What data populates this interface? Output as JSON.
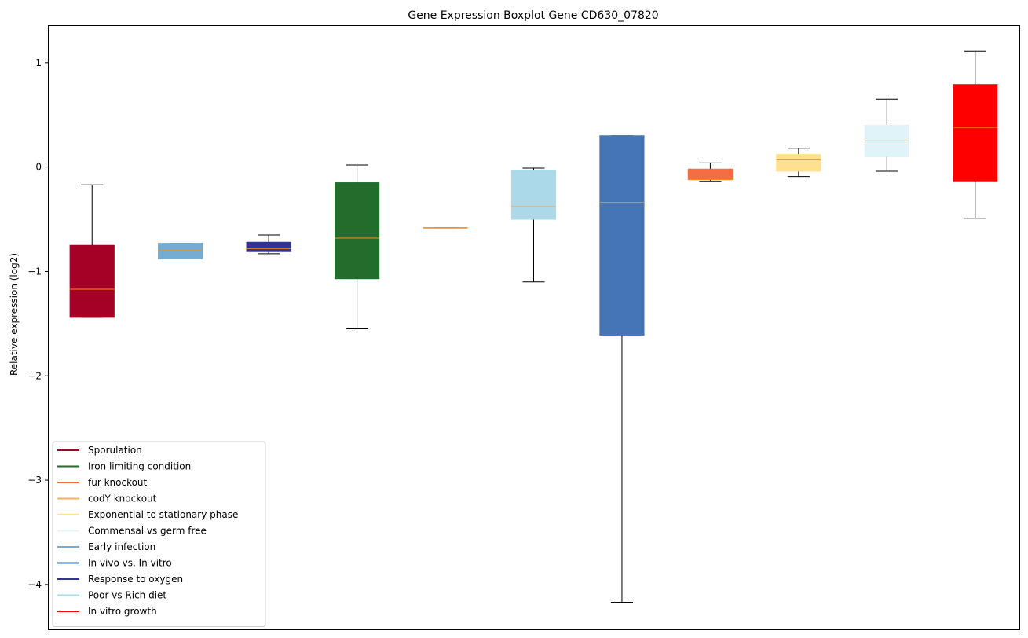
{
  "chart_data": {
    "type": "boxplot",
    "title": "Gene Expression Boxplot Gene CD630_07820",
    "ylabel": "Relative expression (log2)",
    "xlabel": "",
    "ylim": [
      -4.43,
      1.36
    ],
    "yticks": [
      1,
      0,
      -1,
      -2,
      -3,
      -4
    ],
    "ytick_labels": [
      "1",
      "0",
      "−1",
      "−2",
      "−3",
      "−4"
    ],
    "median_color": "#ff8c1a",
    "legend_position": "lower-left",
    "boxes": [
      {
        "name": "Sporulation",
        "color": "#a50026",
        "whisker_low": -1.44,
        "q1": -1.44,
        "median": -1.17,
        "q3": -0.75,
        "whisker_high": -0.17
      },
      {
        "name": "Early infection",
        "color": "#74add1",
        "whisker_low": -0.88,
        "q1": -0.88,
        "median": -0.8,
        "q3": -0.73,
        "whisker_high": -0.73
      },
      {
        "name": "Response to oxygen",
        "color": "#313695",
        "whisker_low": -0.83,
        "q1": -0.81,
        "median": -0.78,
        "q3": -0.72,
        "whisker_high": -0.65
      },
      {
        "name": "Iron limiting condition",
        "color": "#226c2c",
        "whisker_low": -1.55,
        "q1": -1.07,
        "median": -0.68,
        "q3": -0.15,
        "whisker_high": 0.02
      },
      {
        "name": "codY knockout",
        "color": "#fdae61",
        "whisker_low": -0.58,
        "q1": -0.58,
        "median": -0.58,
        "q3": -0.58,
        "whisker_high": -0.58
      },
      {
        "name": "Poor vs Rich diet",
        "color": "#abd9e9",
        "whisker_low": -1.1,
        "q1": -0.5,
        "median": -0.38,
        "q3": -0.03,
        "whisker_high": -0.01
      },
      {
        "name": "In vivo vs. In vitro",
        "color": "#4575b4",
        "whisker_low": -4.17,
        "q1": -1.61,
        "median": -0.34,
        "q3": 0.3,
        "whisker_high": 0.3
      },
      {
        "name": "fur knockout",
        "color": "#f46d43",
        "whisker_low": -0.14,
        "q1": -0.12,
        "median": -0.12,
        "q3": -0.02,
        "whisker_high": 0.04
      },
      {
        "name": "Exponential to stationary phase",
        "color": "#fee090",
        "whisker_low": -0.09,
        "q1": -0.04,
        "median": 0.07,
        "q3": 0.12,
        "whisker_high": 0.18
      },
      {
        "name": "Commensal vs germ free",
        "color": "#e0f3f8",
        "whisker_low": -0.04,
        "q1": 0.1,
        "median": 0.25,
        "q3": 0.4,
        "whisker_high": 0.65
      },
      {
        "name": "In vitro growth",
        "color": "#ff0000",
        "whisker_low": -0.49,
        "q1": -0.14,
        "median": 0.38,
        "q3": 0.79,
        "whisker_high": 1.11
      }
    ],
    "legend": [
      {
        "label": "Sporulation",
        "color": "#a50026"
      },
      {
        "label": "Iron limiting condition",
        "color": "#226c2c"
      },
      {
        "label": "fur knockout",
        "color": "#f46d43"
      },
      {
        "label": "codY knockout",
        "color": "#fdae61"
      },
      {
        "label": "Exponential to stationary phase",
        "color": "#fee090"
      },
      {
        "label": "Commensal vs germ free",
        "color": "#e0f3f8"
      },
      {
        "label": "Early infection",
        "color": "#74add1"
      },
      {
        "label": "In vivo vs. In vitro",
        "color": "#4575b4"
      },
      {
        "label": "Response to oxygen",
        "color": "#313695"
      },
      {
        "label": "Poor vs Rich diet",
        "color": "#abd9e9"
      },
      {
        "label": "In vitro growth",
        "color": "#ff0000"
      }
    ]
  }
}
